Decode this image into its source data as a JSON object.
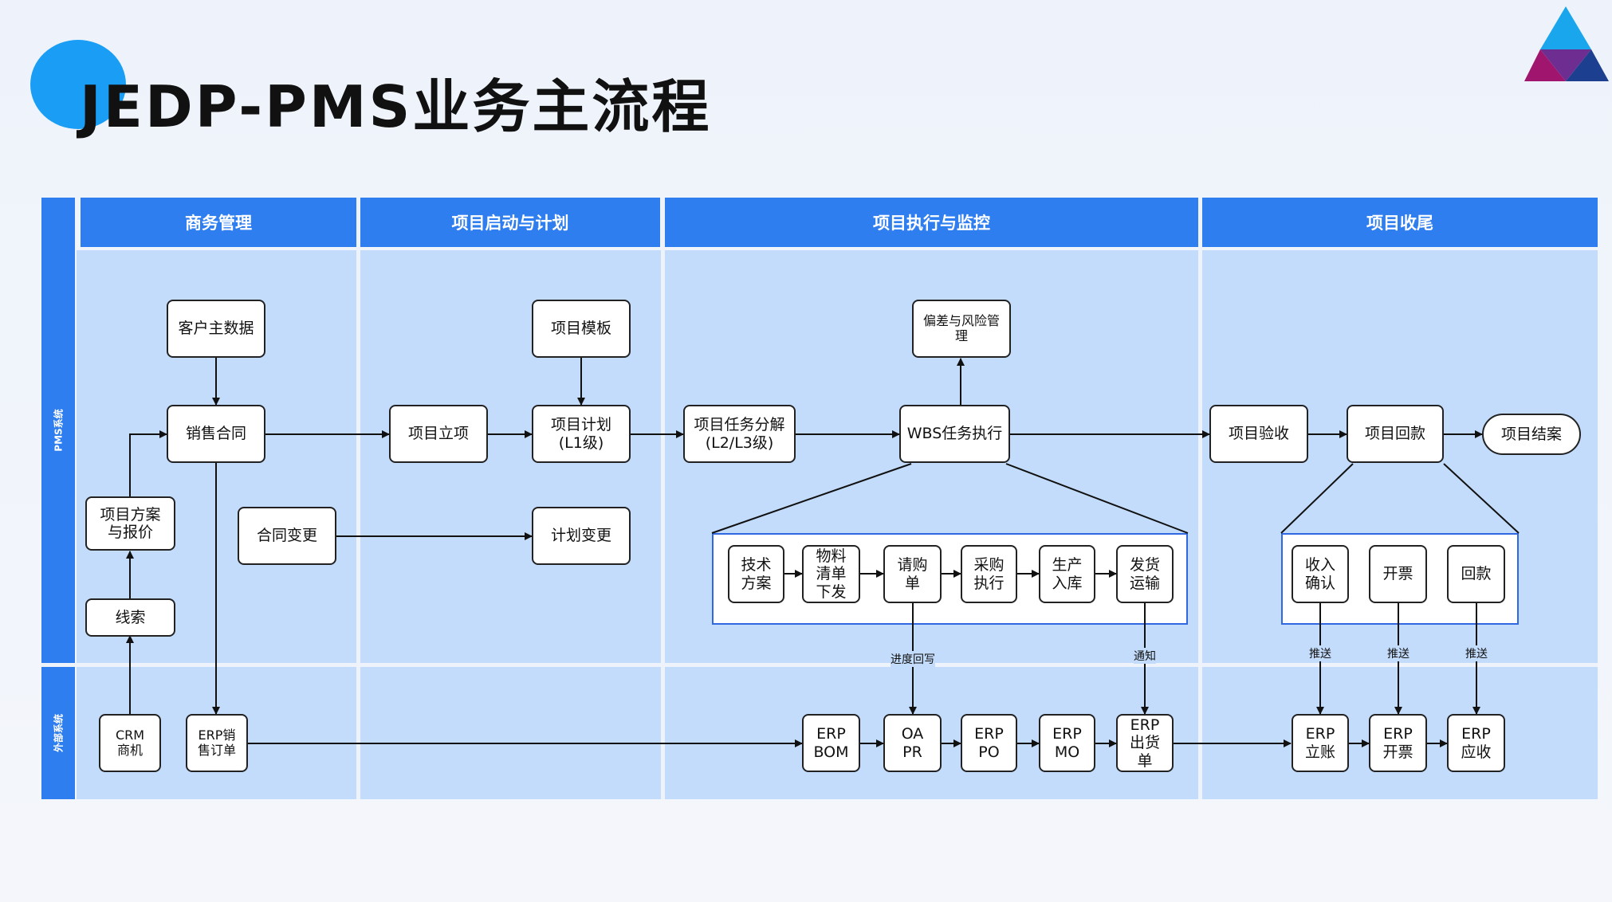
{
  "title": "JEDP-PMS业务主流程",
  "lanes": {
    "pms": "PMS系统",
    "external": "外部系统"
  },
  "phases": [
    "商务管理",
    "项目启动与计划",
    "项目执行与监控",
    "项目收尾"
  ],
  "nodes": {
    "customer_master": "客户主数据",
    "sales_contract": "销售合同",
    "project_proposal": "项目方案与报价",
    "leads": "线索",
    "contract_change": "合同变更",
    "project_initiation": "项目立项",
    "project_template": "项目模板",
    "project_plan": "项目计划(L1级)",
    "plan_change": "计划变更",
    "task_decomp": "项目任务分解(L2/L3级)",
    "wbs_exec": "WBS任务执行",
    "deviation_risk": "偏差与风险管理",
    "tech_plan": "技术方案",
    "material_list": "物料清单下发",
    "purchase_req": "请购单",
    "procurement": "采购执行",
    "production": "生产入库",
    "shipping": "发货运输",
    "acceptance": "项目验收",
    "payment_collection": "项目回款",
    "closure": "项目结案",
    "revenue_confirm": "收入确认",
    "invoicing": "开票",
    "payment": "回款",
    "crm_opportunity": "CRM商机",
    "erp_sales_order": "ERP销售订单",
    "erp_bom": "ERP BOM",
    "oa_pr": "OA PR",
    "erp_po": "ERP PO",
    "erp_mo": "ERP MO",
    "erp_shipment": "ERP出货单",
    "erp_ledger": "ERP立账",
    "erp_invoice": "ERP开票",
    "erp_receivable": "ERP应收"
  },
  "edge_labels": {
    "progress_writeback": "进度回写",
    "notify": "通知",
    "push": "推送"
  },
  "colors": {
    "header": "#2f7ef0",
    "lane": "#c3dcfb",
    "accent_dot": "#1a9ef5",
    "group_border": "#2f68e0"
  }
}
